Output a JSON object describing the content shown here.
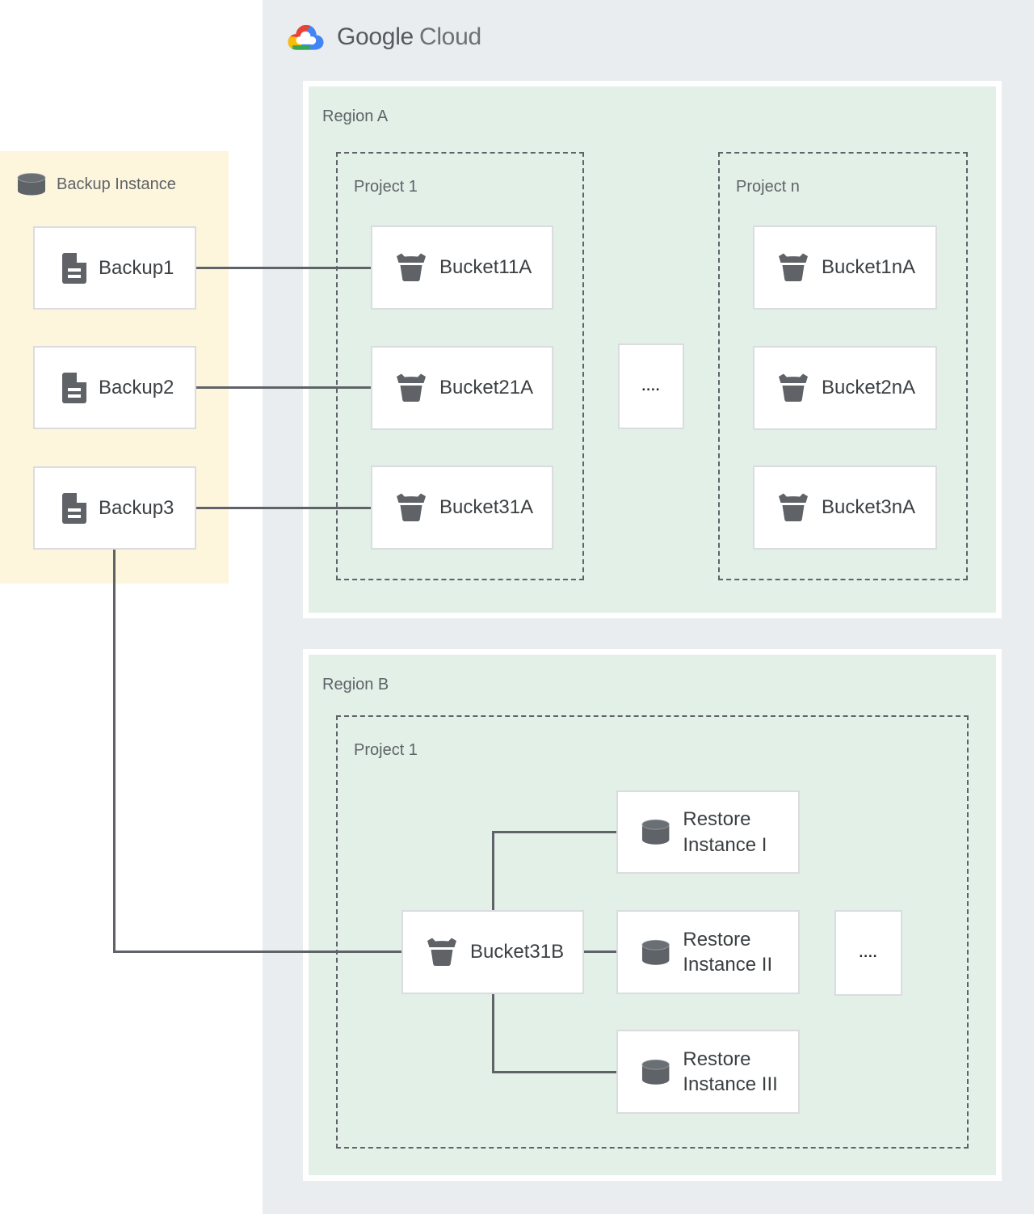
{
  "header": {
    "logo": {
      "google": "Google",
      "cloud": "Cloud",
      "icon": "google-cloud-logo-icon"
    }
  },
  "backup_panel": {
    "title": "Backup Instance",
    "icon": "database-icon",
    "items": [
      {
        "label": "Backup1",
        "icon": "file-icon"
      },
      {
        "label": "Backup2",
        "icon": "file-icon"
      },
      {
        "label": "Backup3",
        "icon": "file-icon"
      }
    ]
  },
  "region_a": {
    "label": "Region A",
    "ellipsis": "....",
    "projects": [
      {
        "label": "Project 1",
        "buckets": [
          {
            "label": "Bucket11A",
            "icon": "bucket-icon"
          },
          {
            "label": "Bucket21A",
            "icon": "bucket-icon"
          },
          {
            "label": "Bucket31A",
            "icon": "bucket-icon"
          }
        ]
      },
      {
        "label": "Project n",
        "buckets": [
          {
            "label": "Bucket1nA",
            "icon": "bucket-icon"
          },
          {
            "label": "Bucket2nA",
            "icon": "bucket-icon"
          },
          {
            "label": "Bucket3nA",
            "icon": "bucket-icon"
          }
        ]
      }
    ]
  },
  "region_b": {
    "label": "Region B",
    "project": {
      "label": "Project 1",
      "ellipsis": "....",
      "bucket": {
        "label": "Bucket31B",
        "icon": "bucket-icon"
      },
      "restores": [
        {
          "label": "Restore Instance I",
          "icon": "database-icon"
        },
        {
          "label": "Restore Instance II",
          "icon": "database-icon"
        },
        {
          "label": "Restore Instance III",
          "icon": "database-icon"
        }
      ]
    }
  },
  "colors": {
    "canvas_bg": "#ffffff",
    "cloud_panel_bg": "#e9edf0",
    "region_bg": "#e2f0e8",
    "backup_panel_bg": "#fdf5dc",
    "node_border": "#dadce0",
    "dashed_border": "#5f6368",
    "connector": "#5f6368",
    "icon": "#5f6368",
    "label_text": "#5f6368",
    "node_text": "#3c4043",
    "logo_red": "#ea4335",
    "logo_blue": "#4285f4",
    "logo_yellow": "#fbbc05",
    "logo_green": "#34a853"
  }
}
